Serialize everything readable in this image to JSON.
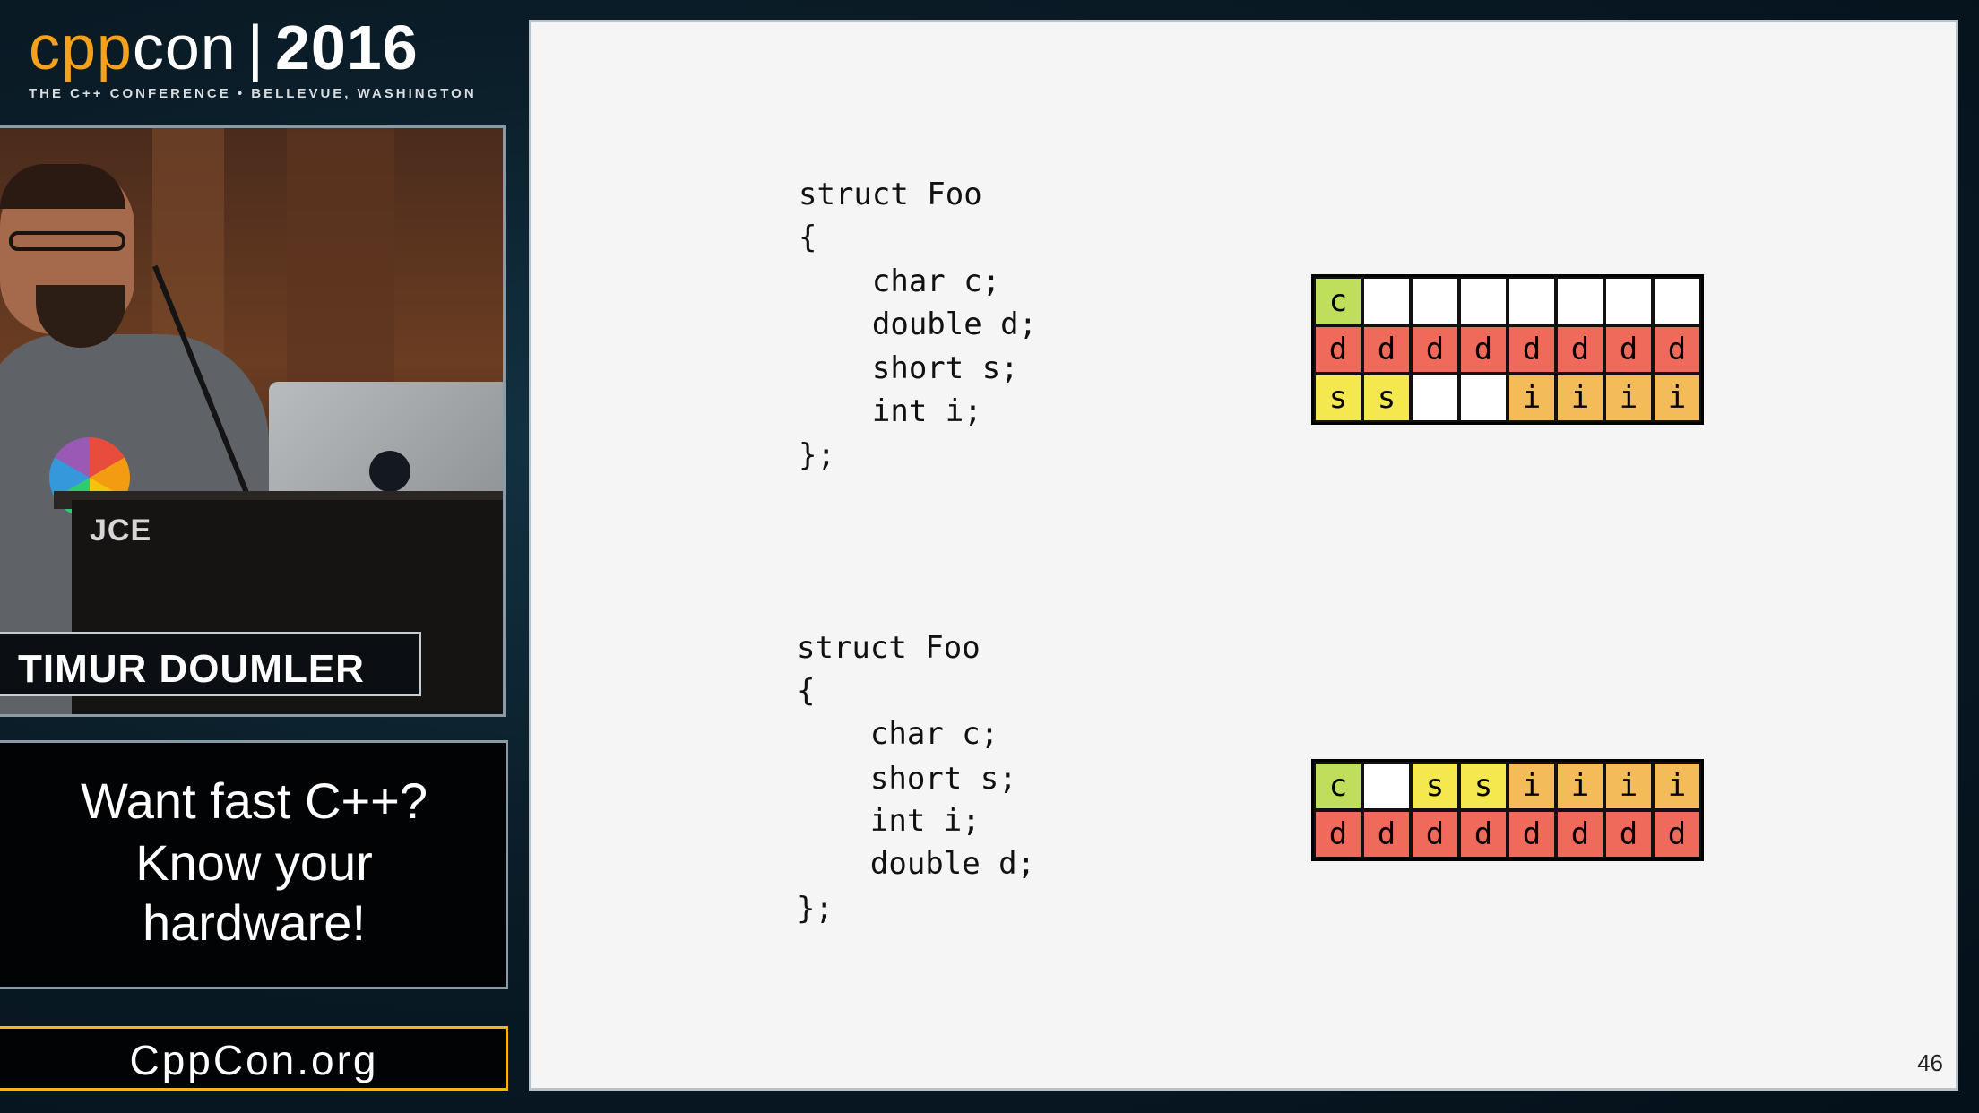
{
  "logo": {
    "brand_cpp": "cpp",
    "brand_con": "con",
    "separator": "|",
    "year": "2016",
    "subtitle": "THE C++ CONFERENCE • BELLEVUE, WASHINGTON"
  },
  "speaker": {
    "name": "TIMUR DOUMLER",
    "podium_text": "JCE"
  },
  "talk_title": {
    "line1": "Want fast C++?",
    "line2": "Know your",
    "line3": "hardware!"
  },
  "website": "CppCon.org",
  "slide": {
    "page_number": "46",
    "code_blocks": [
      {
        "lines": [
          "struct Foo",
          "{",
          "    char c;",
          "    double d;",
          "    short s;",
          "    int i;",
          "};"
        ]
      },
      {
        "lines": [
          "struct Foo",
          "{",
          "    char c;",
          "    short s;",
          "    int i;",
          "    double d;",
          "};"
        ]
      }
    ],
    "memory_layouts": [
      {
        "rows": [
          [
            "c",
            "",
            "",
            "",
            "",
            "",
            "",
            ""
          ],
          [
            "d",
            "d",
            "d",
            "d",
            "d",
            "d",
            "d",
            "d"
          ],
          [
            "s",
            "s",
            "",
            "",
            "i",
            "i",
            "i",
            "i"
          ]
        ]
      },
      {
        "rows": [
          [
            "c",
            "",
            "s",
            "s",
            "i",
            "i",
            "i",
            "i"
          ],
          [
            "d",
            "d",
            "d",
            "d",
            "d",
            "d",
            "d",
            "d"
          ]
        ]
      }
    ],
    "colors": {
      "c": "#bfde5c",
      "d": "#ef6a5b",
      "s": "#f5e84e",
      "i": "#f4bc58",
      "empty": "#ffffff"
    }
  }
}
